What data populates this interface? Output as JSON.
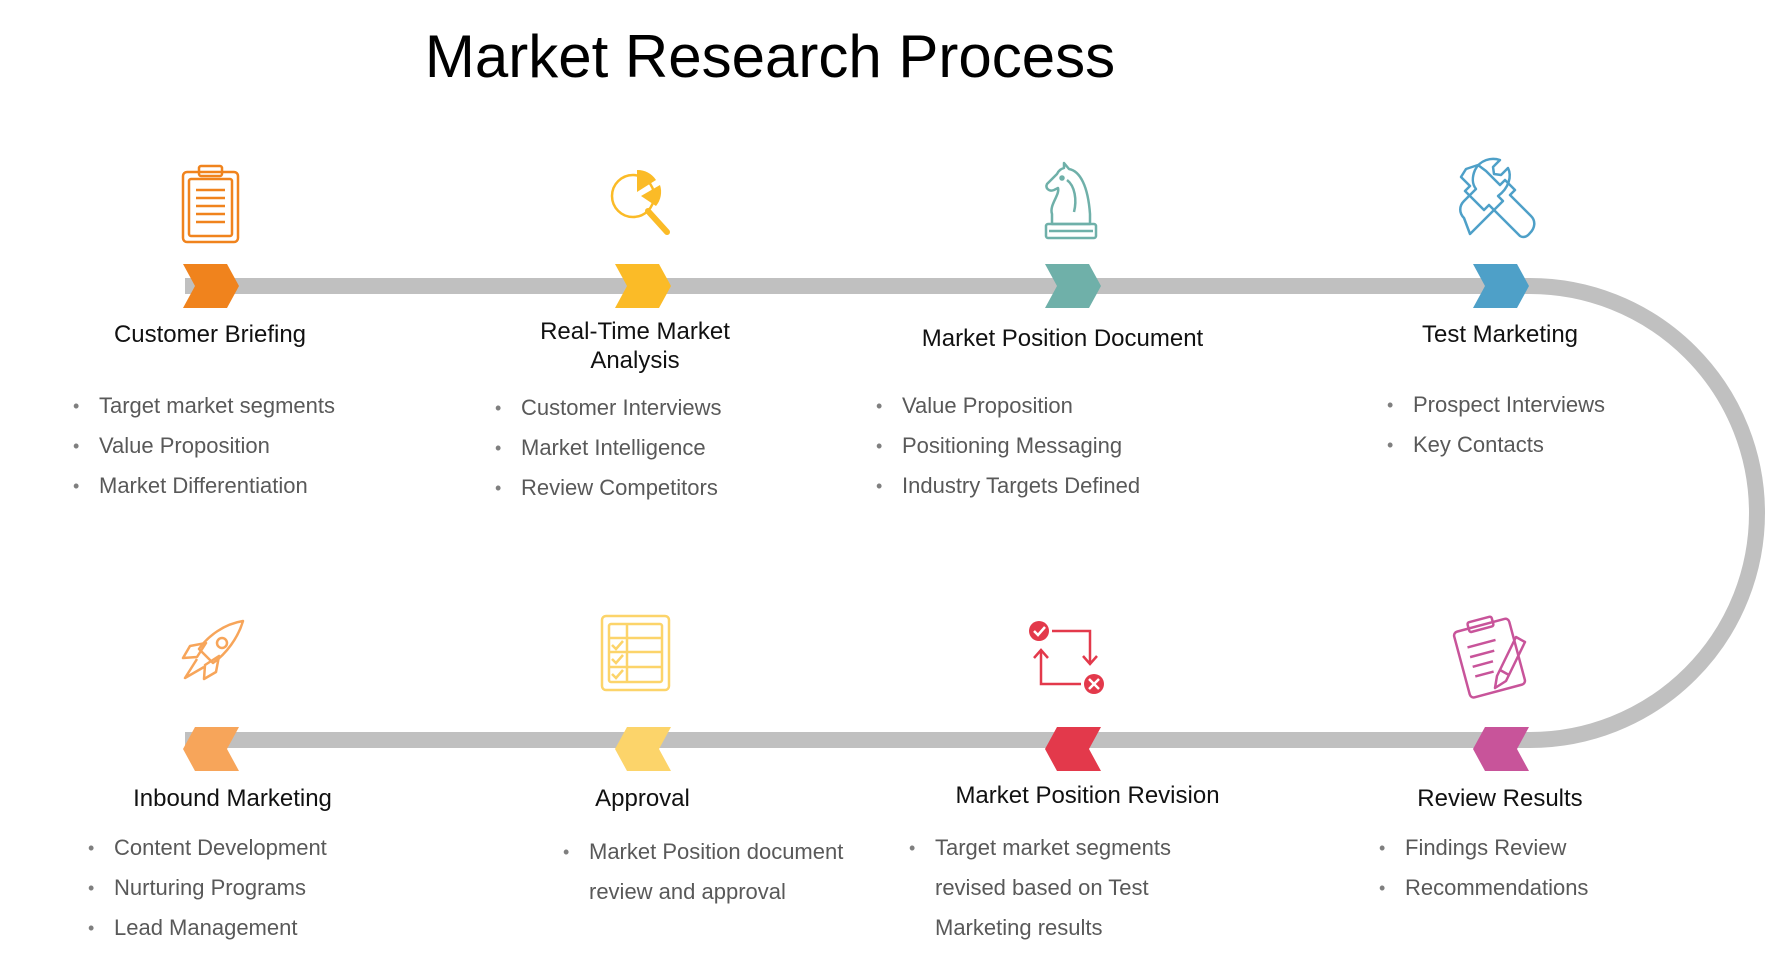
{
  "title": "Market Research Process",
  "colors": {
    "track": "#c0c0c0",
    "orange": "#f0831d",
    "yellow": "#fbbb27",
    "teal": "#6fb0a9",
    "blue": "#4ea0c8",
    "pink": "#c8549a",
    "red": "#e3394b",
    "light_yellow": "#fcd46a",
    "light_orange": "#f7a55a"
  },
  "steps": [
    {
      "id": "customer-briefing",
      "label": "Customer Briefing",
      "icon": "clipboard-icon",
      "color": "#f0831d",
      "bullets": [
        "Target market segments",
        "Value Proposition",
        "Market Differentiation"
      ]
    },
    {
      "id": "real-time-market-analysis",
      "label": "Real-Time Market Analysis",
      "icon": "magnifier-pie-chart-icon",
      "color": "#fbbb27",
      "bullets": [
        "Customer Interviews",
        "Market Intelligence",
        "Review Competitors"
      ]
    },
    {
      "id": "market-position-document",
      "label": "Market Position Document",
      "icon": "chess-knight-icon",
      "color": "#6fb0a9",
      "bullets": [
        "Value Proposition",
        "Positioning Messaging",
        "Industry Targets Defined"
      ]
    },
    {
      "id": "test-marketing",
      "label": "Test Marketing",
      "icon": "hammer-wrench-icon",
      "color": "#4ea0c8",
      "bullets": [
        "Prospect Interviews",
        "Key Contacts"
      ]
    },
    {
      "id": "review-results",
      "label": "Review Results",
      "icon": "clipboard-pencil-icon",
      "color": "#c8549a",
      "bullets": [
        "Findings Review",
        "Recommendations"
      ]
    },
    {
      "id": "market-position-revision",
      "label": "Market Position Revision",
      "icon": "revision-cycle-icon",
      "color": "#e3394b",
      "bullets": [
        "Target market segments revised based on Test Marketing results"
      ]
    },
    {
      "id": "approval",
      "label": "Approval",
      "icon": "checklist-icon",
      "color": "#fcd46a",
      "bullets": [
        "Market Position document review and approval"
      ]
    },
    {
      "id": "inbound-marketing",
      "label": "Inbound Marketing",
      "icon": "rocket-icon",
      "color": "#f7a55a",
      "bullets": [
        "Content Development",
        "Nurturing Programs",
        "Lead Management"
      ]
    }
  ]
}
